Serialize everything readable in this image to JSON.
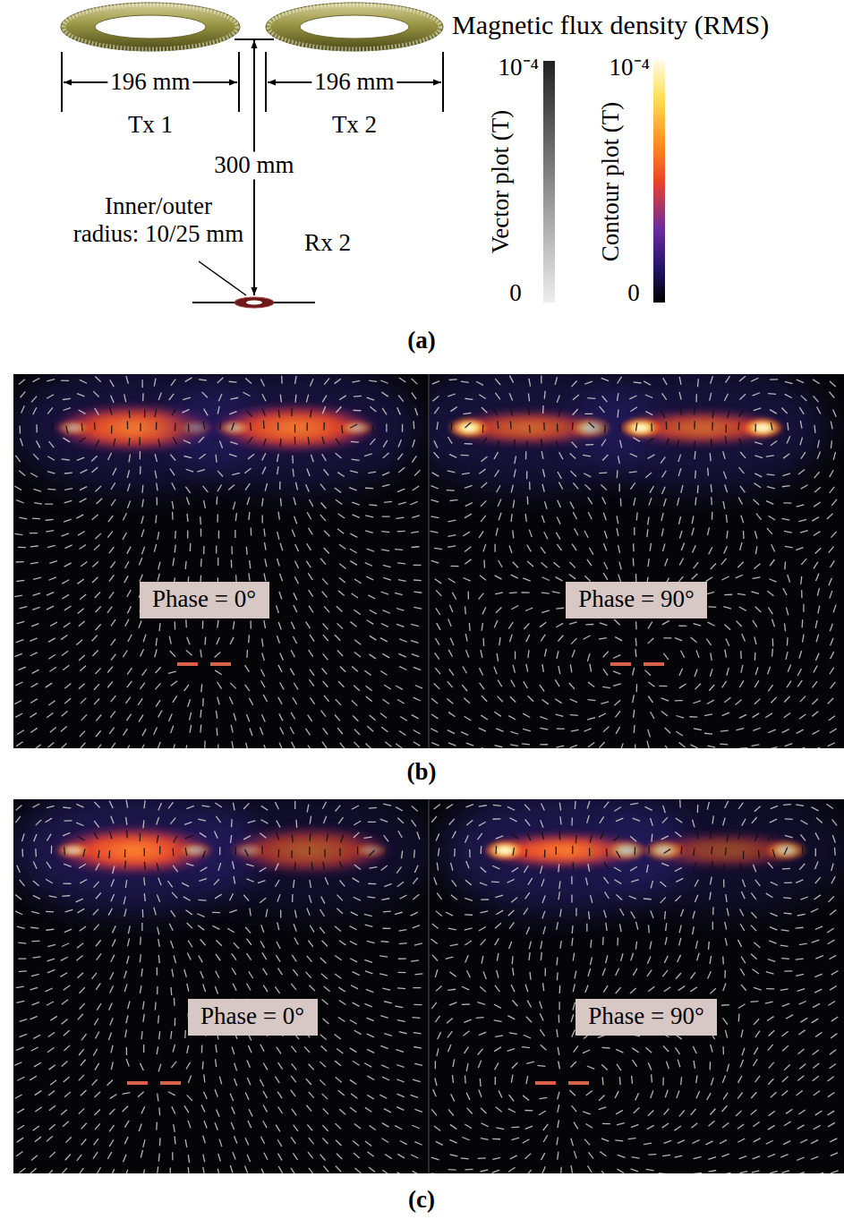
{
  "diagram": {
    "nodes": [
      {
        "text": [
          "Phase = 0°"
        ]
      },
      {
        "text": [
          "Phase = 90°"
        ]
      },
      {
        "text": [
          "Phase = 0°"
        ]
      },
      {
        "text": [
          "Phase = 90°"
        ]
      }
    ],
    "labels": [
      "196 mm",
      "Tx 1",
      "196 mm",
      "Tx 2",
      "300 mm",
      "Inner/outer radius: 10/25 mm",
      "Rx 2",
      "Magnetic flux density (RMS)",
      "10⁻⁴",
      "Vector plot (T)",
      "0",
      "10⁻⁴",
      "Contour plot (T)",
      "0",
      "(a)",
      "(b)",
      "(c)"
    ]
  }
}
